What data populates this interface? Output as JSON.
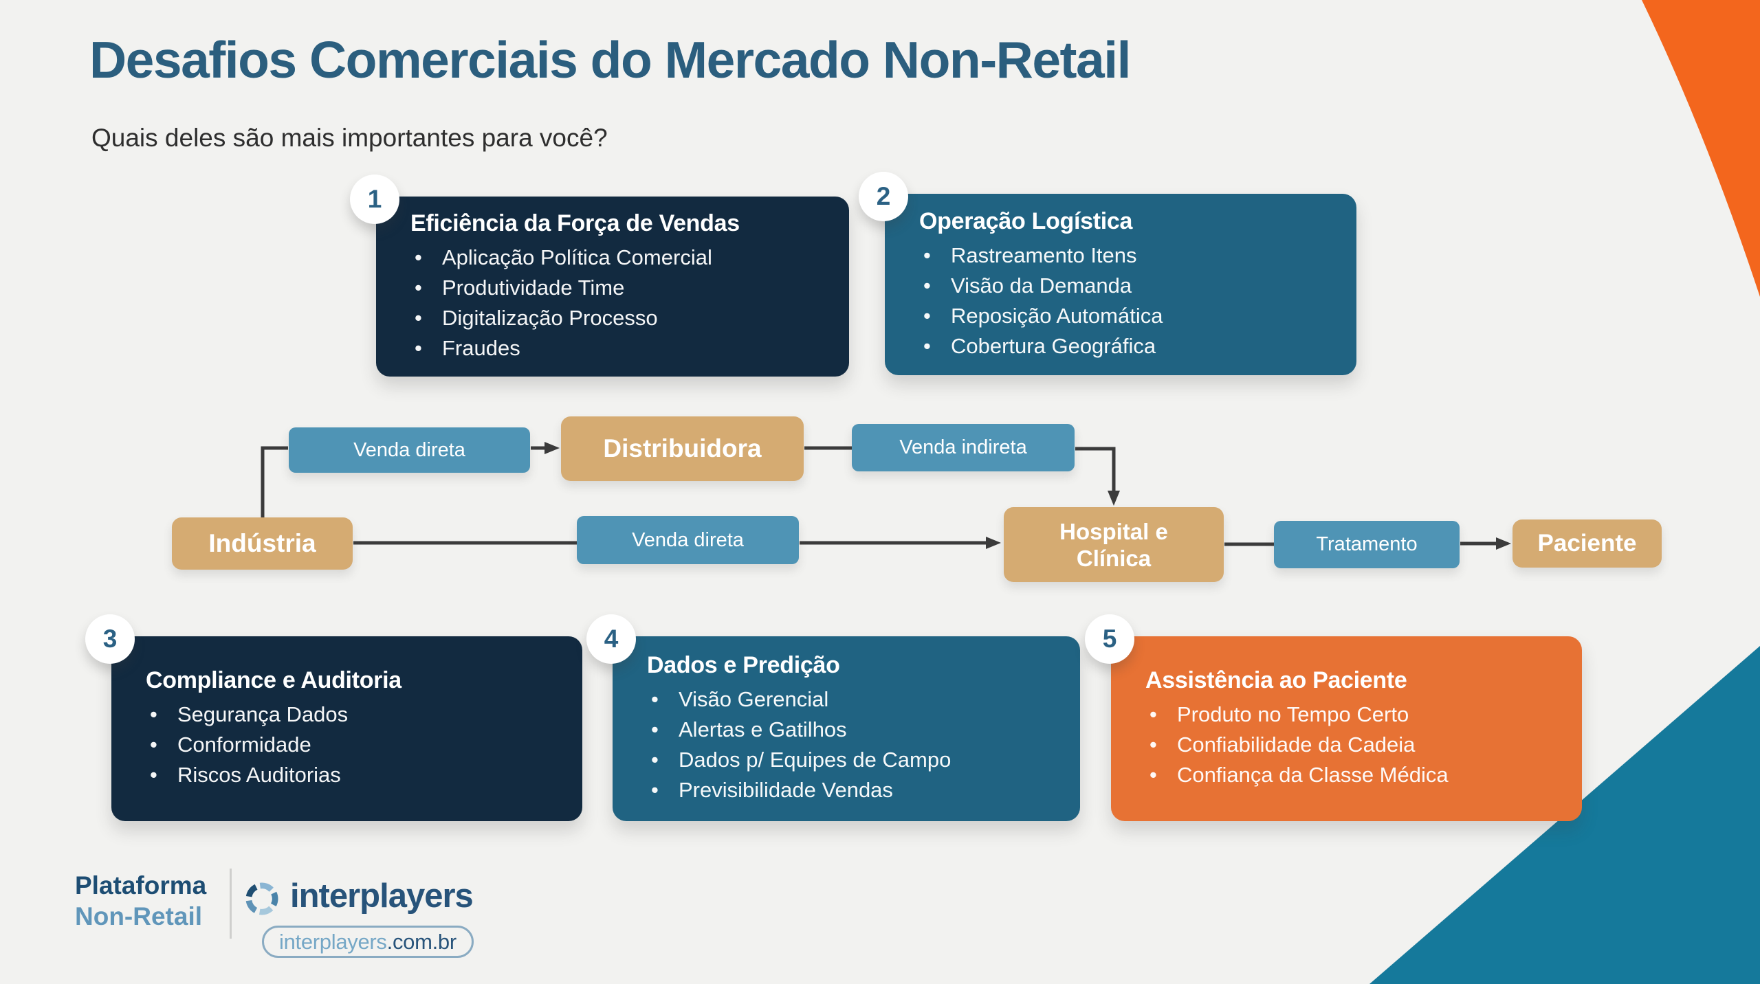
{
  "page": {
    "title": "Desafios Comerciais do Mercado Non-Retail",
    "subtitle": "Quais deles são mais importantes para você?"
  },
  "cards": [
    {
      "number": "1",
      "title": "Eficiência da Força de Vendas",
      "bullets": [
        "Aplicação Política Comercial",
        "Produtividade Time",
        "Digitalização Processo",
        "Fraudes"
      ]
    },
    {
      "number": "2",
      "title": "Operação Logística",
      "bullets": [
        "Rastreamento Itens",
        "Visão da Demanda",
        "Reposição Automática",
        "Cobertura Geográfica"
      ]
    },
    {
      "number": "3",
      "title": "Compliance e Auditoria",
      "bullets": [
        "Segurança Dados",
        "Conformidade",
        "Riscos Auditorias"
      ]
    },
    {
      "number": "4",
      "title": "Dados e Predição",
      "bullets": [
        "Visão Gerencial",
        "Alertas e Gatilhos",
        "Dados p/ Equipes de Campo",
        "Previsibilidade Vendas"
      ]
    },
    {
      "number": "5",
      "title": "Assistência ao Paciente",
      "bullets": [
        "Produto no Tempo Certo",
        "Confiabilidade da Cadeia",
        "Confiança da Classe Médica"
      ]
    }
  ],
  "flow": {
    "industria": "Indústria",
    "venda_direta_top": "Venda direta",
    "distribuidora": "Distribuidora",
    "venda_indireta": "Venda indireta",
    "venda_direta_bottom": "Venda direta",
    "hospital": "Hospital e Clínica",
    "tratamento": "Tratamento",
    "paciente": "Paciente"
  },
  "footer": {
    "platform_line1": "Plataforma",
    "platform_line2": "Non-Retail",
    "brand": "interplayers",
    "url_name": "interplayers",
    "url_tld": ".com.br"
  },
  "icons": {
    "brand_icon": "shutter-swirl-icon"
  },
  "colors": {
    "background": "#f2f2f0",
    "card_navy": "#122a40",
    "card_teal": "#206382",
    "card_orange": "#e77234",
    "node_tan": "#d5ab72",
    "node_blue": "#4f94b5",
    "title_text": "#2b5e7e",
    "connector": "#3b3b3b",
    "corner_orange": "#f3661d",
    "corner_teal": "#15799b",
    "badge_number": "#2b6184",
    "footer_dark_blue": "#1d4d73",
    "footer_light_blue": "#6096ba"
  }
}
